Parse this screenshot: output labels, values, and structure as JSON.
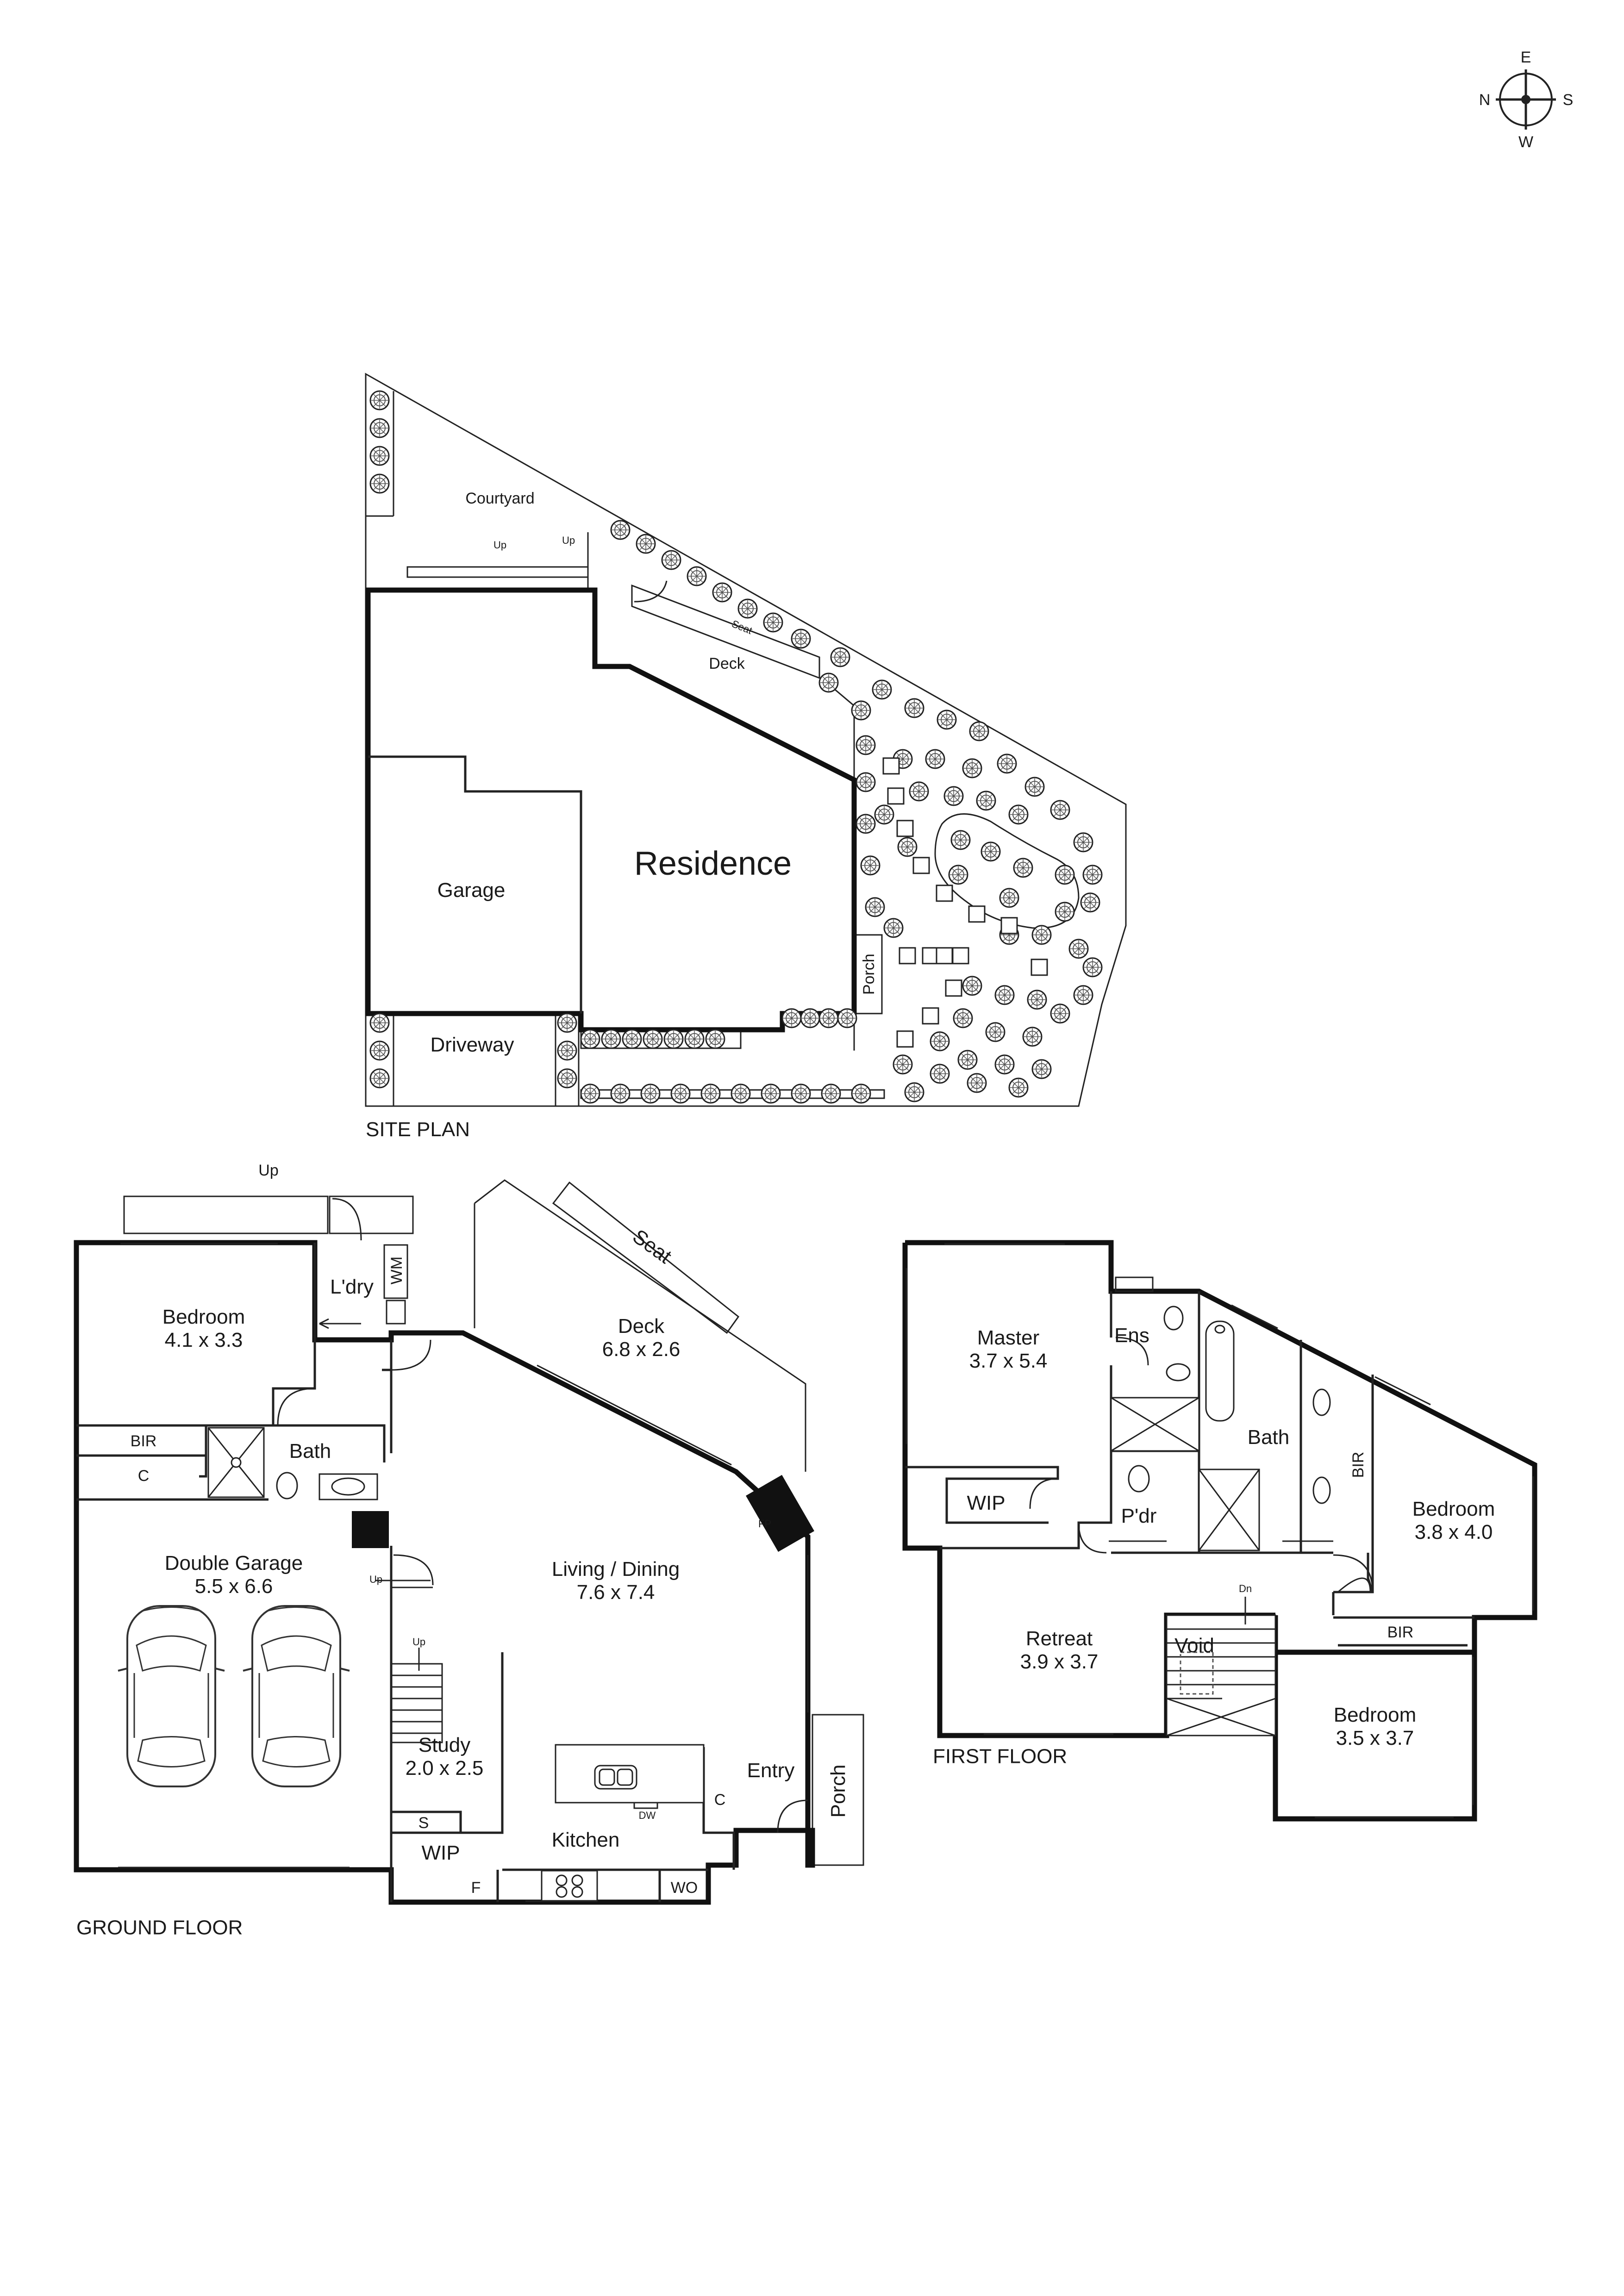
{
  "compass": {
    "n": "N",
    "e": "E",
    "s": "S",
    "w": "W"
  },
  "site_plan": {
    "caption": "SITE PLAN",
    "courtyard": "Courtyard",
    "deck": "Deck",
    "seat": "Seat",
    "residence": "Residence",
    "garage": "Garage",
    "driveway": "Driveway",
    "porch": "Porch",
    "up_1": "Up",
    "up_2": "Up"
  },
  "ground_floor": {
    "caption": "GROUND FLOOR",
    "bedroom": {
      "name": "Bedroom",
      "size": "4.1 x 3.3"
    },
    "laundry": "L'dry",
    "wm": "WM",
    "bath": "Bath",
    "bir": "BIR",
    "c1": "C",
    "double_garage": {
      "name": "Double Garage",
      "size": "5.5 x 6.6"
    },
    "deck": {
      "name": "Deck",
      "size": "6.8 x 2.6"
    },
    "seat": "Seat",
    "fp": "FP",
    "living": {
      "name": "Living / Dining",
      "size": "7.6 x 7.4"
    },
    "up_top": "Up",
    "up_garage": "Up",
    "up_stair": "Up",
    "study": {
      "name": "Study",
      "size": "2.0 x 2.5"
    },
    "s": "S",
    "wip": "WIP",
    "f": "F",
    "kitchen": "Kitchen",
    "dw": "DW",
    "wo": "WO",
    "c2": "C",
    "entry": "Entry",
    "porch": "Porch"
  },
  "first_floor": {
    "caption": "FIRST FLOOR",
    "master": {
      "name": "Master",
      "size": "3.7 x 5.4"
    },
    "ens": "Ens",
    "wip": "WIP",
    "pdr": "P'dr",
    "bath": "Bath",
    "bir1": "BIR",
    "bedroom1": {
      "name": "Bedroom",
      "size": "3.8 x 4.0"
    },
    "retreat": {
      "name": "Retreat",
      "size": "3.9 x 3.7"
    },
    "void": "Void",
    "dn": "Dn",
    "bir2": "BIR",
    "bedroom2": {
      "name": "Bedroom",
      "size": "3.5 x 3.7"
    }
  }
}
